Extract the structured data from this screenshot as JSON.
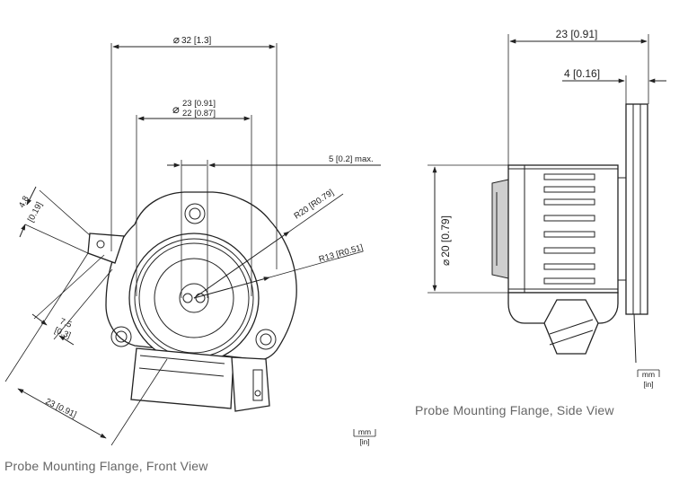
{
  "captions": {
    "front": "Probe Mounting Flange, Front View",
    "side": "Probe Mounting Flange, Side View"
  },
  "front_dims": {
    "outer_dia": "32 [1.3]",
    "bore_a": "23 [0.91]",
    "bore_b": "22 [0.87]",
    "max_offset": "5 [0.2] max.",
    "radius_outer": "R20 [R0.79]",
    "radius_inner": "R13 [R0.51]",
    "tab_thickness": "4.8",
    "tab_thickness_in": "[0.19]",
    "tab_offset": "7.5",
    "tab_offset_in": "[0.3]",
    "length": "23 [0.91]"
  },
  "side_dims": {
    "overall_length": "23 [0.91]",
    "flange_width": "4 [0.16]",
    "height": "20 [0.79]"
  },
  "symbols": {
    "diameter": "⌀"
  },
  "unit_legend": {
    "top": "mm",
    "bottom": "[in]"
  }
}
